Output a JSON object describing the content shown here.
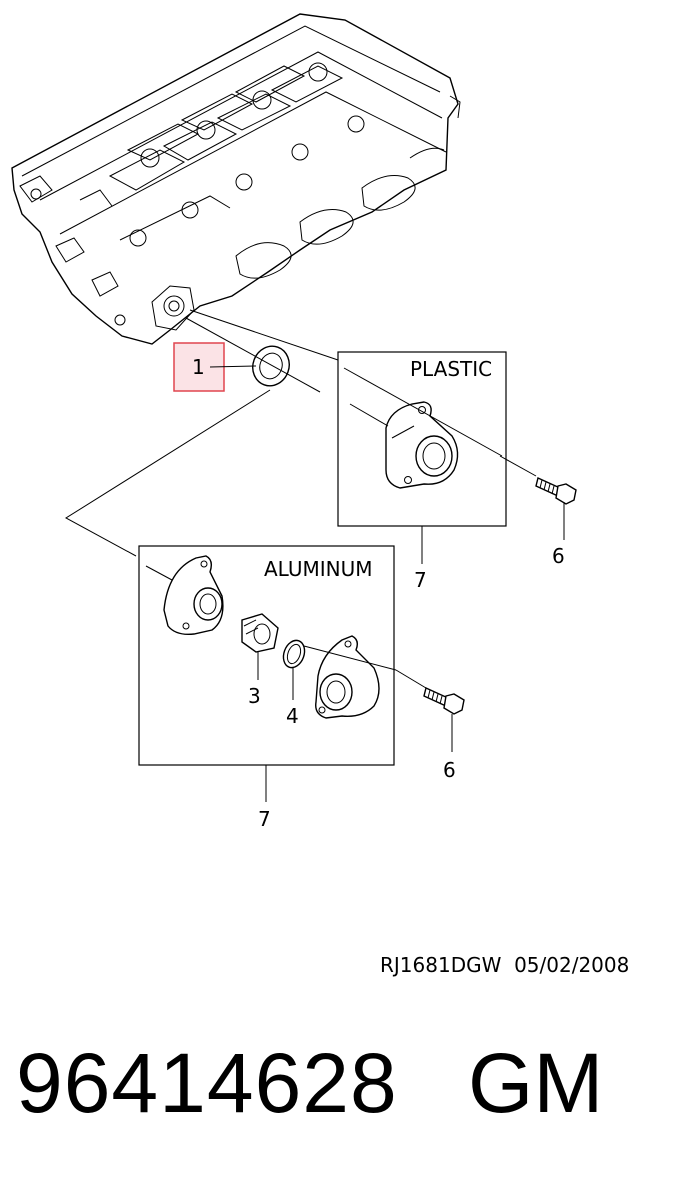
{
  "callouts": {
    "item_1": "1",
    "item_3": "3",
    "item_4": "4",
    "item_6_plastic": "6",
    "item_6_aluminum": "6",
    "item_7_plastic": "7",
    "item_7_aluminum": "7"
  },
  "boxes": {
    "plastic_title": "PLASTIC",
    "aluminum_title": "ALUMINUM"
  },
  "footer": {
    "reference": "RJ1681DGW  05/02/2008",
    "part_number": "96414628",
    "brand": "GM"
  },
  "colors": {
    "highlight_fill": "#fbe3e6",
    "highlight_border": "#e0454f",
    "line": "#000000"
  }
}
